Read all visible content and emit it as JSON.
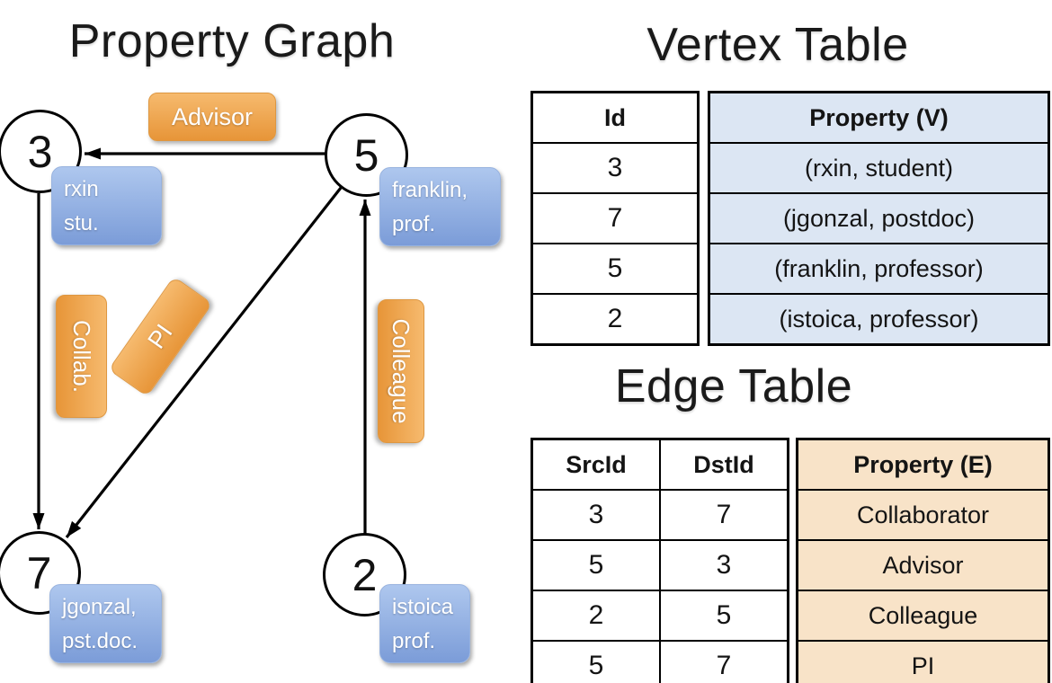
{
  "graph": {
    "title": "Property Graph",
    "nodes": [
      {
        "id": "3",
        "property": [
          "rxin",
          "stu."
        ]
      },
      {
        "id": "5",
        "property": [
          "franklin,",
          "prof."
        ]
      },
      {
        "id": "7",
        "property": [
          "jgonzal,",
          "pst.doc."
        ]
      },
      {
        "id": "2",
        "property": [
          "istoica",
          "prof."
        ]
      }
    ],
    "edges": [
      {
        "src": "5",
        "dst": "3",
        "label": "Advisor"
      },
      {
        "src": "3",
        "dst": "7",
        "label": "Collab."
      },
      {
        "src": "5",
        "dst": "7",
        "label": "PI"
      },
      {
        "src": "2",
        "dst": "5",
        "label": "Colleague"
      }
    ]
  },
  "vertex_table": {
    "title": "Vertex Table",
    "headers": {
      "id": "Id",
      "property": "Property (V)"
    },
    "rows": [
      {
        "id": "3",
        "property": "(rxin, student)"
      },
      {
        "id": "7",
        "property": "(jgonzal, postdoc)"
      },
      {
        "id": "5",
        "property": "(franklin, professor)"
      },
      {
        "id": "2",
        "property": "(istoica, professor)"
      }
    ]
  },
  "edge_table": {
    "title": "Edge Table",
    "headers": {
      "src": "SrcId",
      "dst": "DstId",
      "property": "Property (E)"
    },
    "rows": [
      {
        "src": "3",
        "dst": "7",
        "property": "Collaborator"
      },
      {
        "src": "5",
        "dst": "3",
        "property": "Advisor"
      },
      {
        "src": "2",
        "dst": "5",
        "property": "Colleague"
      },
      {
        "src": "5",
        "dst": "7",
        "property": "PI"
      }
    ]
  },
  "colors": {
    "edge_label_orange_top": "#f6ba6e",
    "edge_label_orange_bottom": "#e79538",
    "vertex_box_blue_top": "#aec7ee",
    "vertex_box_blue_bottom": "#7b9cd8",
    "vertex_property_cell": "#dce6f3",
    "edge_property_cell": "#f8e3c8",
    "line_black": "#000000",
    "label_text": "#ffffff"
  }
}
